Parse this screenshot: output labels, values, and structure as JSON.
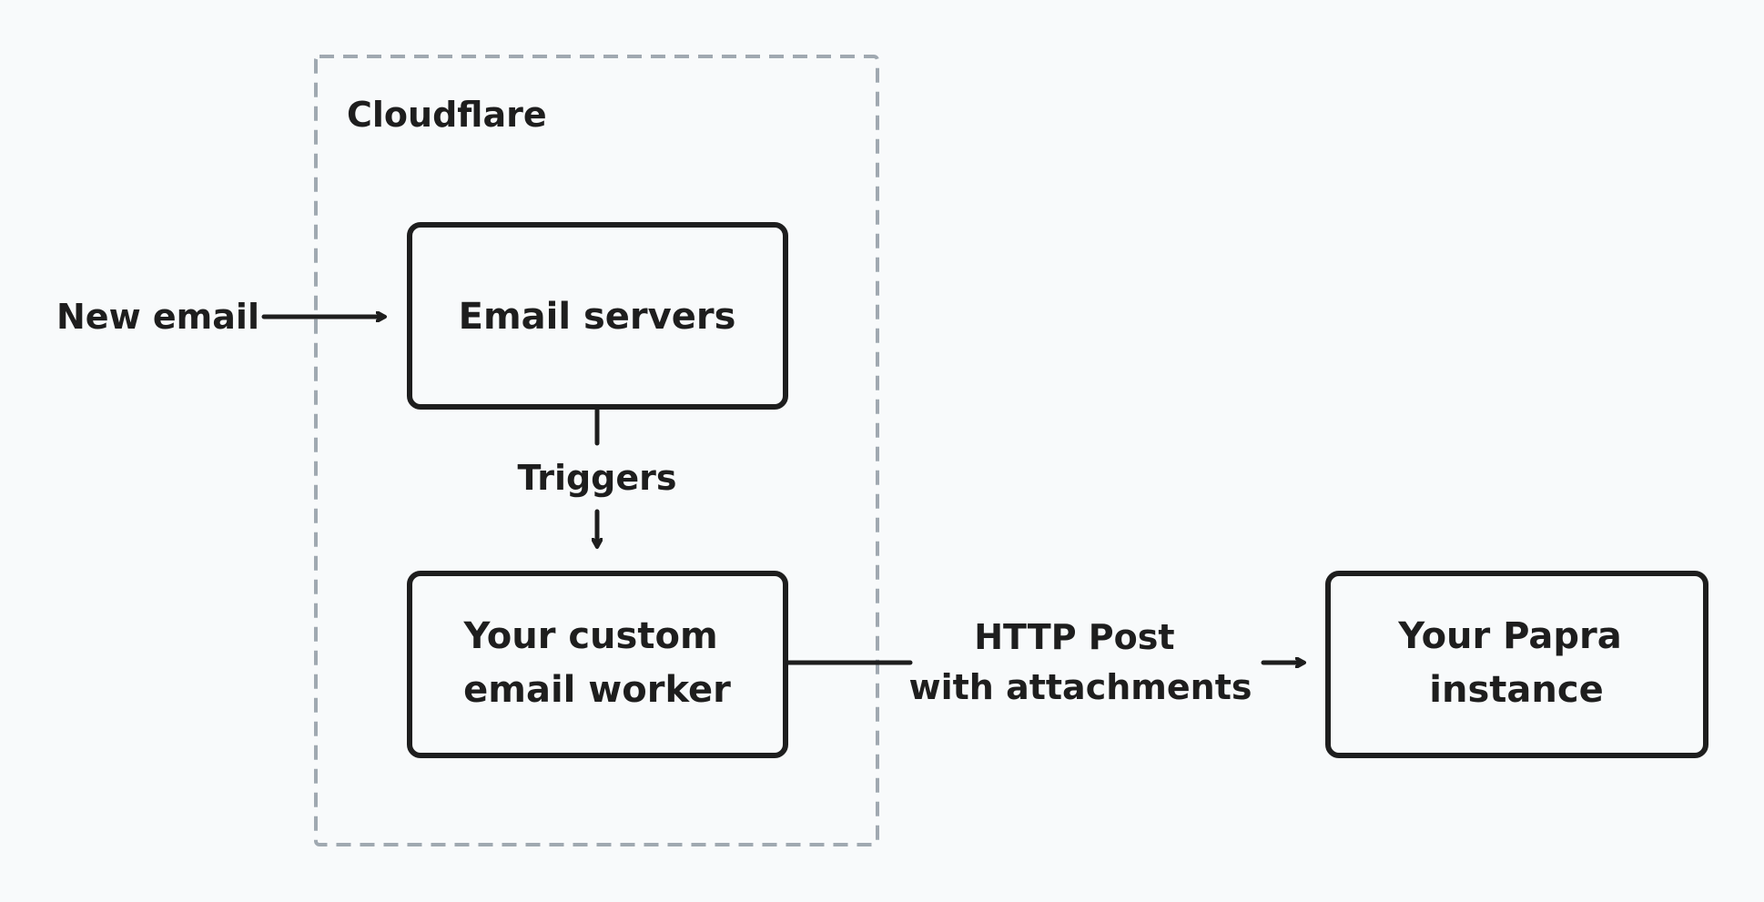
{
  "group": {
    "label": "Cloudflare"
  },
  "nodes": {
    "email_servers": "Email servers",
    "worker": [
      "Your custom",
      "email worker"
    ],
    "papra": [
      "Your Papra",
      "instance"
    ]
  },
  "edges": {
    "new_email": "New email",
    "triggers": "Triggers",
    "http_post": [
      "HTTP Post",
      "with attachments"
    ]
  },
  "colors": {
    "ink": "#1e1e1e",
    "group_border": "#a0a9b1",
    "background": "#f8fafb"
  }
}
